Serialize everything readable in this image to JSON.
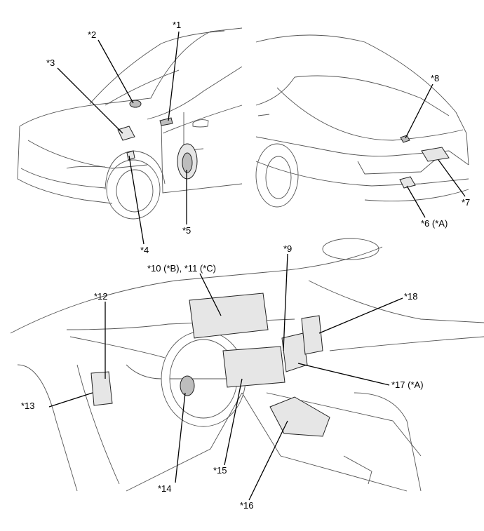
{
  "callouts": {
    "c1": "*1",
    "c2": "*2",
    "c3": "*3",
    "c4": "*4",
    "c5": "*5",
    "c6": "*6 (*A)",
    "c7": "*7",
    "c8": "*8",
    "c9": "*9",
    "c10": "*10 (*B), *11 (*C)",
    "c12": "*12",
    "c13": "*13",
    "c14": "*14",
    "c15": "*15",
    "c16": "*16",
    "c17": "*17 (*A)",
    "c18": "*18"
  }
}
